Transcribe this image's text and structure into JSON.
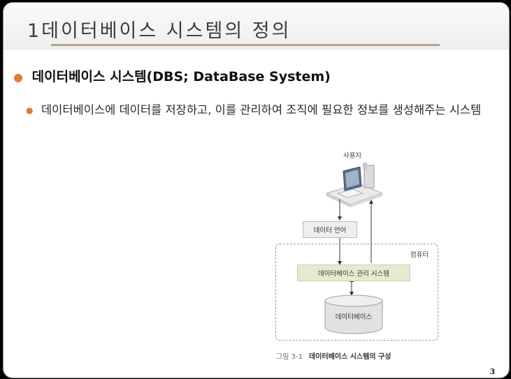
{
  "slide": {
    "title": "1데이터베이스 시스템의 정의",
    "bullet1": "데이터베이스 시스템(DBS; DataBase System)",
    "bullet2": "데이터베이스에 데이터를 저장하고, 이를 관리하여 조직에 필요한 정보를 생성해주는 시스템",
    "bullet_symbol": "●",
    "page_number": "3",
    "accent_color": "#e07a3c",
    "rule_color": "#b3a48c"
  },
  "diagram": {
    "user_label": "사용자",
    "language_label": "데이터 언어",
    "computer_label": "컴퓨터",
    "dbms_label": "데이터베이스 관리 시스템",
    "database_label": "데이터베이스",
    "caption_number": "그림 3-1",
    "caption_title": "데이터베이스 시스템의 구성",
    "dbms_box_color": "#e4ecd0",
    "language_box_color": "#eeeeee",
    "cylinder_color": "#e2e2e2",
    "icons": [
      "computer-user-icon",
      "database-cylinder-icon"
    ]
  }
}
